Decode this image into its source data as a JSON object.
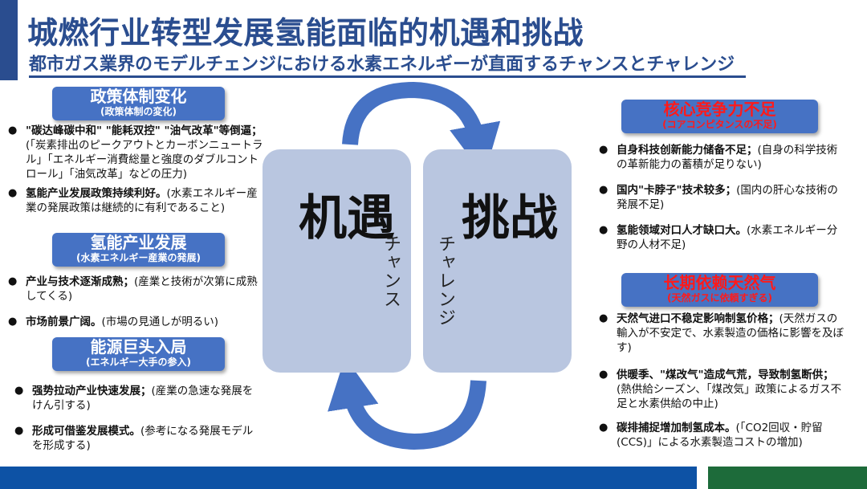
{
  "title": "城燃行业转型发展氢能面临的机遇和挑战",
  "subtitle": "都市ガス業界のモデルチェンジにおける水素エネルギーが直面するチャンスとチャレンジ",
  "center": {
    "left_main": "机遇",
    "left_sub": "チャンス",
    "right_main": "挑战",
    "right_sub": "チャレンジ"
  },
  "left_sections": [
    {
      "title": "政策体制变化",
      "subtitle": "(政策体制の変化)",
      "items": [
        {
          "bold": "\"碳达峰碳中和\" \"能耗双控\" \"油气改革\"等倒逼；",
          "text": "(「炭素排出のピークアウトとカーボンニュートラル」「エネルギー消費総量と強度のダブルコントロール」「油気改革」などの圧力)"
        },
        {
          "bold": "氢能产业发展政策持续利好。",
          "text": "(水素エネルギー産業の発展政策は継続的に有利であること)"
        }
      ]
    },
    {
      "title": "氢能产业发展",
      "subtitle": "(水素エネルギー産業の発展)",
      "items": [
        {
          "bold": "产业与技术逐渐成熟；",
          "text": "(産業と技術が次第に成熟してくる)"
        },
        {
          "bold": "市场前景广阔。",
          "text": "(市場の見通しが明るい)"
        }
      ]
    },
    {
      "title": "能源巨头入局",
      "subtitle": "(エネルギー大手の参入)",
      "items": [
        {
          "bold": "强势拉动产业快速发展；",
          "text": "(産業の急速な発展をけん引する)"
        },
        {
          "bold": "形成可借鉴发展模式。",
          "text": "(参考になる発展モデルを形成する)"
        }
      ]
    }
  ],
  "right_sections": [
    {
      "title": "核心竞争力不足",
      "subtitle": "(コアコンピタンスの不足)",
      "items": [
        {
          "bold": "自身科技创新能力储备不足；",
          "text": "(自身の科学技術の革新能力の蓄積が足りない)"
        },
        {
          "bold": "国内\"卡脖子\"技术较多；",
          "text": "(国内の肝心な技術の発展不足)"
        },
        {
          "bold": "氢能领域对口人才缺口大。",
          "text": "(水素エネルギー分野の人材不足)"
        }
      ]
    },
    {
      "title": "长期依赖天然气",
      "subtitle": "(天然ガスに依頼すぎる)",
      "items": [
        {
          "bold": "天然气进口不稳定影响制氢价格；",
          "text": "(天然ガスの輸入が不安定で、水素製造の価格に影響を及ぼす)"
        },
        {
          "bold": "供暖季、\"煤改气\"造成气荒，导致制氢断供；",
          "text": "(熱供給シーズン、「煤改気」政策によるガス不足と水素供給の中止)"
        },
        {
          "bold": "碳排捕捉增加制氢成本。",
          "text": "(「CO2回収・貯留 (CCS)」による水素製造コストの増加)"
        }
      ]
    }
  ],
  "colors": {
    "title_blue": "#2a4d8f",
    "header_blue": "#4672c4",
    "core_fill": "#b9c6e0",
    "arrow_blue": "#4672c4",
    "challenge_red": "#ff1a1a",
    "footer_blue": "#0d52a5",
    "footer_green": "#1d6b3a"
  },
  "icons": [
    "bullet-icon",
    "cycle-arrow-top-icon",
    "cycle-arrow-bottom-icon"
  ]
}
